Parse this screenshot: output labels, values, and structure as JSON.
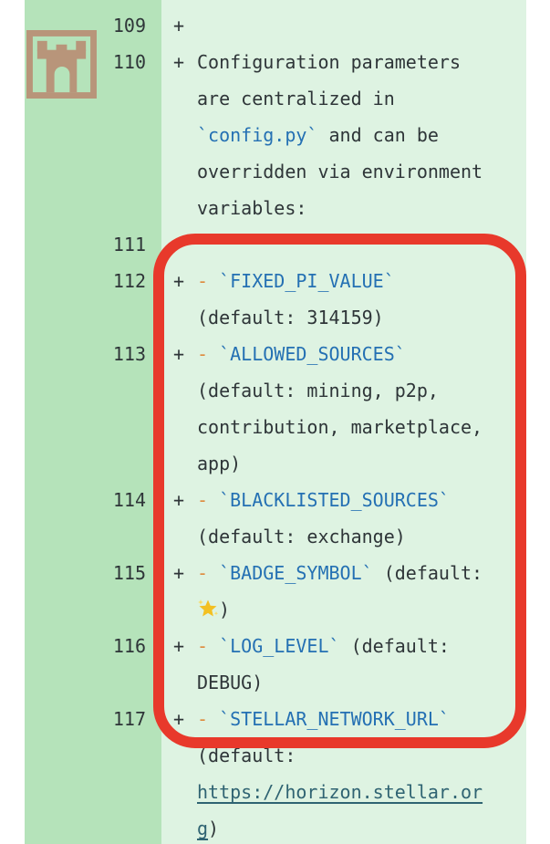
{
  "app": {
    "view": "code-diff",
    "description": "Added-lines diff of configuration documentation"
  },
  "logo": {
    "icon": "castle-gate-icon",
    "color": "#b8957a"
  },
  "colors": {
    "gutter_bg": "#b5e3ba",
    "content_bg": "#def3e2",
    "plain_text": "#2e3538",
    "inline_code": "#2470b3",
    "link": "#2f6372",
    "bullet": "#de8a3d",
    "annotation_red": "#e8392b",
    "star": "#f3c022"
  },
  "annotation": {
    "type": "red-rounded-rect",
    "purpose": "highlights lines 112-117 (configuration defaults)",
    "color": "#e8392b"
  },
  "badge_symbol_emoji": "🌟",
  "diff": {
    "rows": [
      {
        "num": "109",
        "marker": "+",
        "segments": []
      },
      {
        "num": "110",
        "marker": "+",
        "segments": [
          {
            "t": "Configuration parameters",
            "s": "plain"
          }
        ]
      },
      {
        "num": "",
        "marker": "",
        "segments": [
          {
            "t": "are centralized in",
            "s": "plain"
          }
        ]
      },
      {
        "num": "",
        "marker": "",
        "segments": [
          {
            "t": "`config.py`",
            "s": "code"
          },
          {
            "t": " and can be",
            "s": "plain"
          }
        ]
      },
      {
        "num": "",
        "marker": "",
        "segments": [
          {
            "t": "overridden via environment",
            "s": "plain"
          }
        ]
      },
      {
        "num": "",
        "marker": "",
        "segments": [
          {
            "t": "variables:",
            "s": "plain"
          }
        ]
      },
      {
        "num": "111",
        "marker": "",
        "segments": []
      },
      {
        "num": "112",
        "marker": "+",
        "segments": [
          {
            "t": "- ",
            "s": "bullet"
          },
          {
            "t": "`FIXED_PI_VALUE`",
            "s": "code"
          }
        ]
      },
      {
        "num": "",
        "marker": "",
        "segments": [
          {
            "t": "(default: 314159)",
            "s": "plain"
          }
        ]
      },
      {
        "num": "113",
        "marker": "+",
        "segments": [
          {
            "t": "- ",
            "s": "bullet"
          },
          {
            "t": "`ALLOWED_SOURCES`",
            "s": "code"
          }
        ]
      },
      {
        "num": "",
        "marker": "",
        "segments": [
          {
            "t": "(default: mining, p2p,",
            "s": "plain"
          }
        ]
      },
      {
        "num": "",
        "marker": "",
        "segments": [
          {
            "t": "contribution, marketplace,",
            "s": "plain"
          }
        ]
      },
      {
        "num": "",
        "marker": "",
        "segments": [
          {
            "t": "app)",
            "s": "plain"
          }
        ]
      },
      {
        "num": "114",
        "marker": "+",
        "segments": [
          {
            "t": "- ",
            "s": "bullet"
          },
          {
            "t": "`BLACKLISTED_SOURCES`",
            "s": "code"
          }
        ]
      },
      {
        "num": "",
        "marker": "",
        "segments": [
          {
            "t": "(default: exchange)",
            "s": "plain"
          }
        ]
      },
      {
        "num": "115",
        "marker": "+",
        "segments": [
          {
            "t": "- ",
            "s": "bullet"
          },
          {
            "t": "`BADGE_SYMBOL`",
            "s": "code"
          },
          {
            "t": " (default:",
            "s": "plain"
          }
        ]
      },
      {
        "num": "",
        "marker": "",
        "segments": [
          {
            "t": "🌟",
            "s": "emoji"
          },
          {
            "t": ")",
            "s": "plain"
          }
        ]
      },
      {
        "num": "116",
        "marker": "+",
        "segments": [
          {
            "t": "- ",
            "s": "bullet"
          },
          {
            "t": "`LOG_LEVEL`",
            "s": "code"
          },
          {
            "t": " (default:",
            "s": "plain"
          }
        ]
      },
      {
        "num": "",
        "marker": "",
        "segments": [
          {
            "t": "DEBUG)",
            "s": "plain"
          }
        ]
      },
      {
        "num": "117",
        "marker": "+",
        "segments": [
          {
            "t": "- ",
            "s": "bullet"
          },
          {
            "t": "`STELLAR_NETWORK_URL`",
            "s": "code"
          }
        ]
      },
      {
        "num": "",
        "marker": "",
        "segments": [
          {
            "t": "(default:",
            "s": "plain"
          }
        ]
      },
      {
        "num": "",
        "marker": "",
        "segments": [
          {
            "t": "https://horizon.stellar.or",
            "s": "link"
          }
        ]
      },
      {
        "num": "",
        "marker": "",
        "segments": [
          {
            "t": "g",
            "s": "link"
          },
          {
            "t": ")",
            "s": "plain"
          }
        ]
      }
    ]
  }
}
